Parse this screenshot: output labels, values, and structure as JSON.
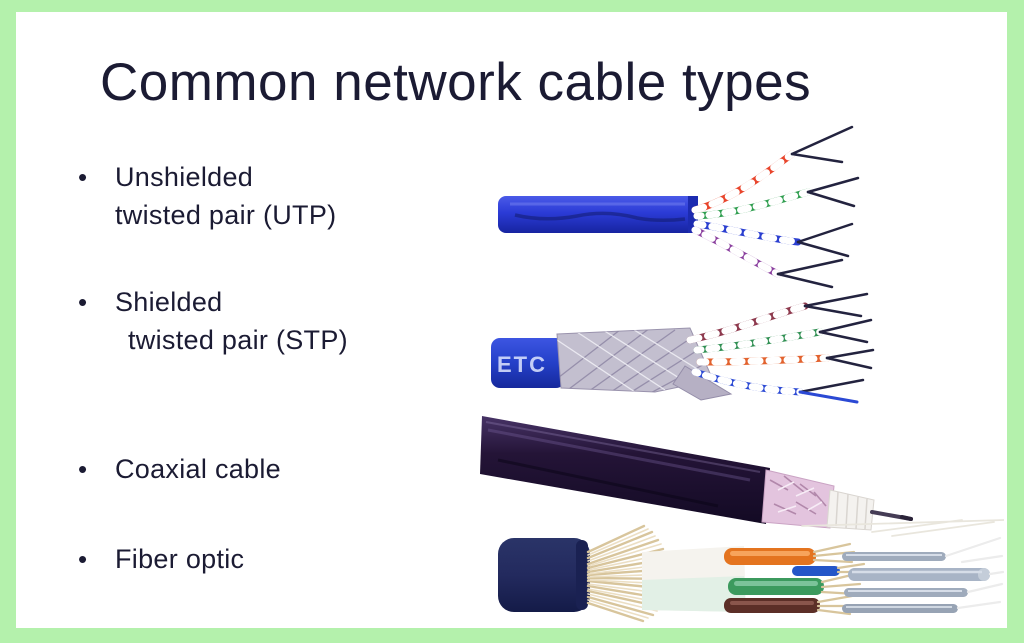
{
  "slide": {
    "title": "Common network cable types",
    "text_color": "#1b1b33",
    "frame_color": "#b4f1ac",
    "background_color": "#ffffff",
    "bullets": [
      {
        "id": "utp",
        "line1": "Unshielded",
        "line2": "twisted pair (UTP)"
      },
      {
        "id": "stp",
        "line1": "Shielded",
        "line2": "twisted pair (STP)"
      },
      {
        "id": "coaxial",
        "line1": "Coaxial cable"
      },
      {
        "id": "fiber",
        "line1": "Fiber optic"
      }
    ]
  },
  "images": {
    "utp": {
      "name": "utp-cable-photo",
      "description": "Blue UTP cable with four exposed twisted pairs (orange, green, blue, purple) fanning out with dark bare wire tips",
      "jacket_color": "#2b3bd6",
      "pair_colors": [
        "#e8452c",
        "#2f9e4f",
        "#2b3fd0",
        "#8a3f9e"
      ]
    },
    "stp": {
      "name": "stp-cable-photo",
      "description": "Blue STP cable with silver braided foil shield and four twisted pairs (maroon, green, orange, blue)",
      "jacket_color": "#2440c8",
      "jacket_label": "ETC",
      "shield_color": "#c3bfcf",
      "pair_colors": [
        "#8e3a4e",
        "#2f8f52",
        "#e2622e",
        "#2b49d4"
      ]
    },
    "coaxial": {
      "name": "coaxial-cable-photo",
      "description": "Thick dark purple coaxial cable stripped to show pink braided shield, white dielectric and thin center conductor pin",
      "jacket_color": "#241437",
      "braid_color": "#e3c4de",
      "dielectric_color": "#f4f2ef"
    },
    "fiber": {
      "name": "fiber-optic-cable-photo",
      "description": "Navy fiber-optic cable with flared tan kevlar strands, orange/blue/green/brown buffer tubes and gray ferrule rods with thin fibers",
      "jacket_color": "#232a5e",
      "tube_colors": [
        "#e4741f",
        "#2456c8",
        "#3c9a5e",
        "#5c2f27"
      ]
    }
  }
}
